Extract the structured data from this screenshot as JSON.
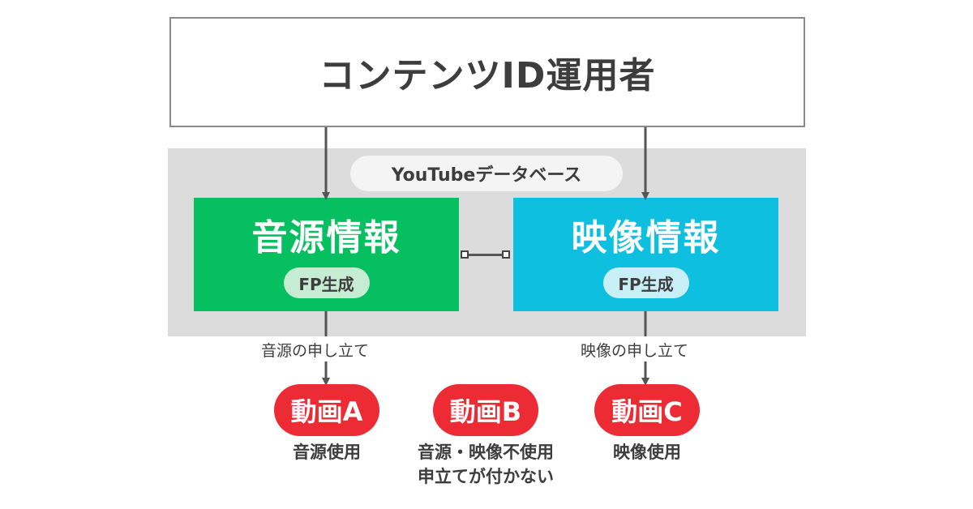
{
  "operator": {
    "label": "コンテンツID運用者"
  },
  "database": {
    "label": "YouTubeデータベース"
  },
  "audio_info": {
    "title": "音源情報",
    "fp_label": "FP生成",
    "color": "#06bf60"
  },
  "video_info": {
    "title": "映像情報",
    "fp_label": "FP生成",
    "color": "#0ebfe0"
  },
  "edges": {
    "audio_claim": "音源の申し立て",
    "video_claim": "映像の申し立て"
  },
  "videos": [
    {
      "label": "動画A",
      "usage": "音源使用"
    },
    {
      "label": "動画B",
      "usage_line1": "音源・映像不使用",
      "usage_line2": "申立てが付かない"
    },
    {
      "label": "動画C",
      "usage": "映像使用"
    }
  ],
  "colors": {
    "video_chip": "#ed2b34",
    "database_bg": "#dcdcdc",
    "arrow": "#555555"
  }
}
